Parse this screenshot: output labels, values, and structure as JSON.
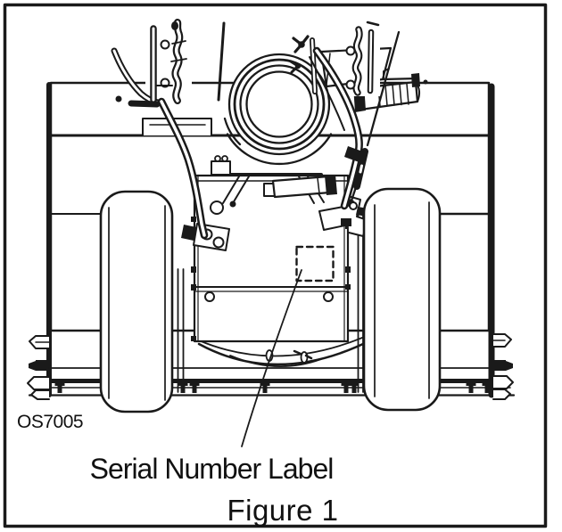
{
  "figure": {
    "drawing_code": "OS7005",
    "callout_label": "Serial Number Label",
    "caption": "Figure 1"
  },
  "colors": {
    "ink": "#1a1a1a",
    "paper": "#ffffff"
  }
}
